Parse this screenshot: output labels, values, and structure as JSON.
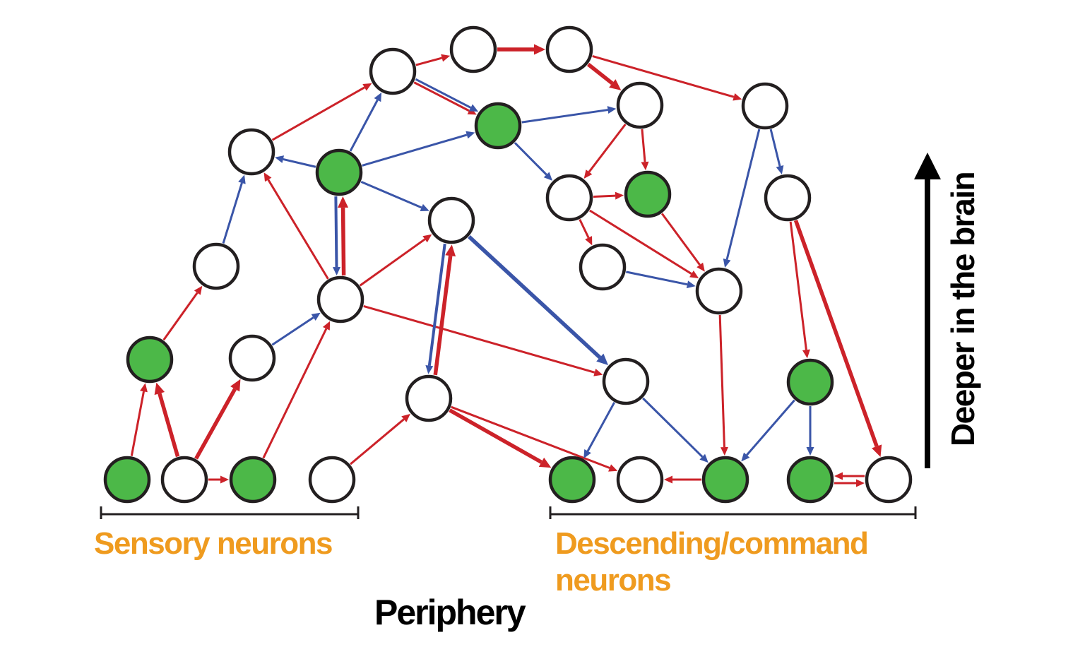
{
  "labels": {
    "sensory": "Sensory neurons",
    "command_line1": "Descending/command",
    "command_line2": "neurons",
    "periphery": "Periphery",
    "depth": "Deeper in the brain"
  },
  "colors": {
    "excitatory": "#cc2229",
    "inhibitory": "#3a55a8",
    "highlighted_neuron": "#4cb848",
    "plain_neuron": "#ffffff",
    "outline": "#231f20",
    "group_label": "#ef9b1f"
  },
  "neurons": [
    {
      "id": "s1",
      "highlighted": true
    },
    {
      "id": "s2",
      "highlighted": false
    },
    {
      "id": "s3",
      "highlighted": true
    },
    {
      "id": "s4",
      "highlighted": false
    },
    {
      "id": "d1",
      "highlighted": true
    },
    {
      "id": "d2",
      "highlighted": false
    },
    {
      "id": "d3",
      "highlighted": true
    },
    {
      "id": "d4",
      "highlighted": true
    },
    {
      "id": "d5",
      "highlighted": false
    },
    {
      "id": "a",
      "highlighted": true
    },
    {
      "id": "b",
      "highlighted": false
    },
    {
      "id": "c",
      "highlighted": false
    },
    {
      "id": "e",
      "highlighted": false
    },
    {
      "id": "f",
      "highlighted": false
    },
    {
      "id": "g",
      "highlighted": true
    },
    {
      "id": "h",
      "highlighted": false
    },
    {
      "id": "i",
      "highlighted": false
    },
    {
      "id": "j",
      "highlighted": false
    },
    {
      "id": "k",
      "highlighted": false
    },
    {
      "id": "l",
      "highlighted": false
    },
    {
      "id": "m",
      "highlighted": true
    },
    {
      "id": "n",
      "highlighted": false
    },
    {
      "id": "o",
      "highlighted": false
    },
    {
      "id": "p",
      "highlighted": false
    },
    {
      "id": "q",
      "highlighted": false
    },
    {
      "id": "r",
      "highlighted": true
    },
    {
      "id": "s",
      "highlighted": false
    },
    {
      "id": "t",
      "highlighted": false
    },
    {
      "id": "u",
      "highlighted": false
    },
    {
      "id": "v",
      "highlighted": false
    },
    {
      "id": "w",
      "highlighted": true
    }
  ],
  "connections": [
    {
      "from": "s1",
      "to": "a",
      "type": "excitatory",
      "weight": 1
    },
    {
      "from": "s2",
      "to": "a",
      "type": "excitatory",
      "weight": 3
    },
    {
      "from": "s2",
      "to": "c",
      "type": "excitatory",
      "weight": 3
    },
    {
      "from": "s2",
      "to": "s3",
      "type": "excitatory",
      "weight": 1
    },
    {
      "from": "s3",
      "to": "e",
      "type": "excitatory",
      "weight": 1
    },
    {
      "from": "s4",
      "to": "i",
      "type": "excitatory",
      "weight": 1
    },
    {
      "from": "a",
      "to": "b",
      "type": "excitatory",
      "weight": 1
    },
    {
      "from": "b",
      "to": "f",
      "type": "inhibitory",
      "weight": 1
    },
    {
      "from": "c",
      "to": "e",
      "type": "inhibitory",
      "weight": 1
    },
    {
      "from": "e",
      "to": "f",
      "type": "excitatory",
      "weight": 1
    },
    {
      "from": "e",
      "to": "g",
      "type": "excitatory",
      "weight": 3
    },
    {
      "from": "e",
      "to": "h",
      "type": "excitatory",
      "weight": 1
    },
    {
      "from": "e",
      "to": "q",
      "type": "excitatory",
      "weight": 1
    },
    {
      "from": "f",
      "to": "j",
      "type": "excitatory",
      "weight": 1
    },
    {
      "from": "g",
      "to": "f",
      "type": "inhibitory",
      "weight": 1
    },
    {
      "from": "g",
      "to": "e",
      "type": "inhibitory",
      "weight": 2
    },
    {
      "from": "g",
      "to": "j",
      "type": "inhibitory",
      "weight": 1
    },
    {
      "from": "g",
      "to": "m",
      "type": "inhibitory",
      "weight": 1
    },
    {
      "from": "g",
      "to": "h",
      "type": "inhibitory",
      "weight": 1
    },
    {
      "from": "h",
      "to": "i",
      "type": "inhibitory",
      "weight": 2
    },
    {
      "from": "h",
      "to": "q",
      "type": "inhibitory",
      "weight": 3
    },
    {
      "from": "i",
      "to": "h",
      "type": "excitatory",
      "weight": 3
    },
    {
      "from": "i",
      "to": "d1",
      "type": "excitatory",
      "weight": 3
    },
    {
      "from": "i",
      "to": "d2",
      "type": "excitatory",
      "weight": 1
    },
    {
      "from": "j",
      "to": "k",
      "type": "excitatory",
      "weight": 1
    },
    {
      "from": "j",
      "to": "m",
      "type": "excitatory",
      "weight": 1
    },
    {
      "from": "j",
      "to": "m",
      "type": "inhibitory",
      "weight": 1
    },
    {
      "from": "k",
      "to": "l",
      "type": "excitatory",
      "weight": 3
    },
    {
      "from": "l",
      "to": "n",
      "type": "excitatory",
      "weight": 3
    },
    {
      "from": "l",
      "to": "s",
      "type": "excitatory",
      "weight": 1
    },
    {
      "from": "m",
      "to": "n",
      "type": "inhibitory",
      "weight": 1
    },
    {
      "from": "m",
      "to": "o",
      "type": "inhibitory",
      "weight": 1
    },
    {
      "from": "n",
      "to": "o",
      "type": "excitatory",
      "weight": 1
    },
    {
      "from": "n",
      "to": "r",
      "type": "excitatory",
      "weight": 1
    },
    {
      "from": "o",
      "to": "r",
      "type": "excitatory",
      "weight": 1
    },
    {
      "from": "o",
      "to": "p",
      "type": "excitatory",
      "weight": 1
    },
    {
      "from": "o",
      "to": "v",
      "type": "excitatory",
      "weight": 1
    },
    {
      "from": "r",
      "to": "v",
      "type": "excitatory",
      "weight": 1
    },
    {
      "from": "p",
      "to": "v",
      "type": "inhibitory",
      "weight": 1
    },
    {
      "from": "s",
      "to": "v",
      "type": "inhibitory",
      "weight": 1
    },
    {
      "from": "s",
      "to": "t",
      "type": "inhibitory",
      "weight": 1
    },
    {
      "from": "t",
      "to": "w",
      "type": "excitatory",
      "weight": 1
    },
    {
      "from": "t",
      "to": "d5",
      "type": "excitatory",
      "weight": 3
    },
    {
      "from": "v",
      "to": "d3",
      "type": "excitatory",
      "weight": 1
    },
    {
      "from": "q",
      "to": "d1",
      "type": "inhibitory",
      "weight": 1
    },
    {
      "from": "q",
      "to": "d3",
      "type": "inhibitory",
      "weight": 1
    },
    {
      "from": "w",
      "to": "d3",
      "type": "inhibitory",
      "weight": 1
    },
    {
      "from": "w",
      "to": "d4",
      "type": "inhibitory",
      "weight": 1
    },
    {
      "from": "d3",
      "to": "d2",
      "type": "excitatory",
      "weight": 1
    },
    {
      "from": "d4",
      "to": "d5",
      "type": "excitatory",
      "weight": 1
    },
    {
      "from": "d5",
      "to": "d4",
      "type": "excitatory",
      "weight": 1
    }
  ]
}
